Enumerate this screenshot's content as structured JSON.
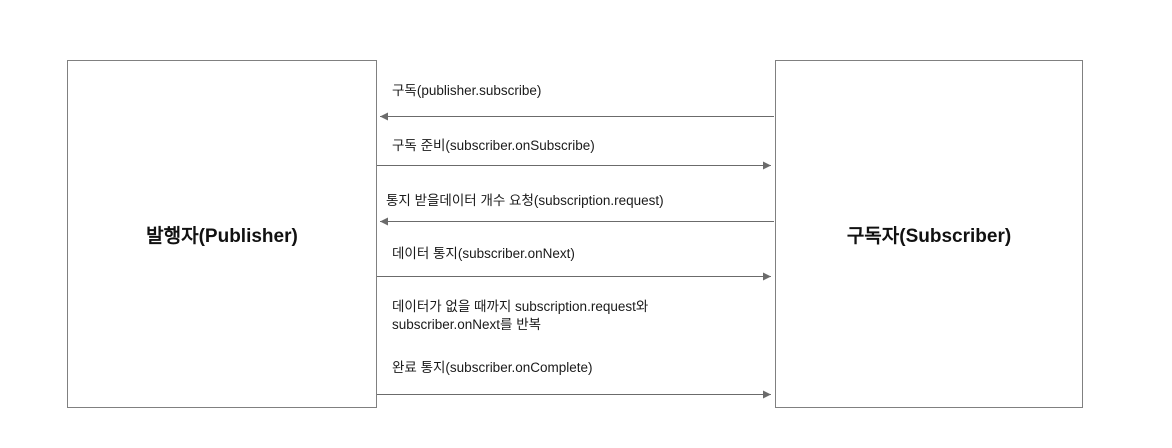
{
  "diagram": {
    "type": "sequence-diagram",
    "title": "Reactive Streams Publisher/Subscriber sequence",
    "background_color": "#ffffff",
    "line_color": "#6b6b6b",
    "border_color": "#808080",
    "text_color": "#1a1a1a"
  },
  "actors": [
    {
      "id": "publisher",
      "label": "발행자(Publisher)",
      "side": "left"
    },
    {
      "id": "subscriber",
      "label": "구독자(Subscriber)",
      "side": "right"
    }
  ],
  "messages": [
    {
      "index": 1,
      "label": "구독(publisher.subscribe)",
      "direction": "right-to-left",
      "from": "subscriber",
      "to": "publisher",
      "has_arrow": true
    },
    {
      "index": 2,
      "label": "구독 준비(subscriber.onSubscribe)",
      "direction": "left-to-right",
      "from": "publisher",
      "to": "subscriber",
      "has_arrow": true
    },
    {
      "index": 3,
      "label": "통지 받을데이터 개수 요청(subscription.request)",
      "direction": "right-to-left",
      "from": "subscriber",
      "to": "publisher",
      "has_arrow": true
    },
    {
      "index": 4,
      "label": "데이터 통지(subscriber.onNext)",
      "direction": "left-to-right",
      "from": "publisher",
      "to": "subscriber",
      "has_arrow": true
    },
    {
      "index": 5,
      "label": "데이터가 없을 때까지 subscription.request와\nsubscriber.onNext를 반복",
      "direction": "none",
      "from": "",
      "to": "",
      "has_arrow": false
    },
    {
      "index": 6,
      "label": "완료 통지(subscriber.onComplete)",
      "direction": "left-to-right",
      "from": "publisher",
      "to": "subscriber",
      "has_arrow": true
    }
  ]
}
